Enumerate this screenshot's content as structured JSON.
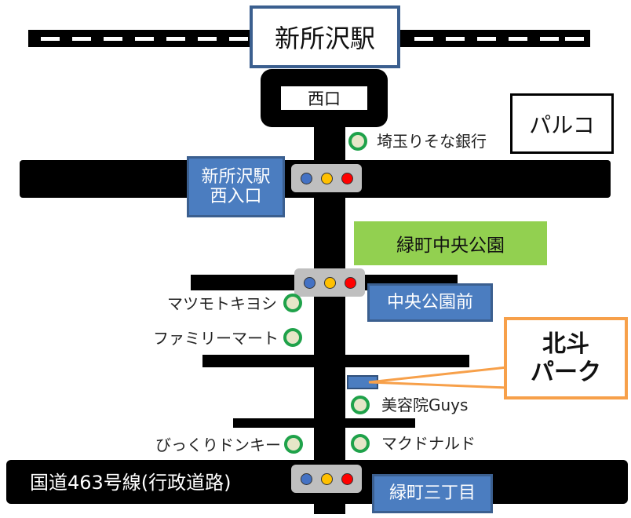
{
  "map": {
    "station": {
      "name": "新所沢駅"
    },
    "west_exit": "西口",
    "parco": "パルコ",
    "park": "緑町中央公園",
    "route": "国道463号線(行政道路)",
    "destination": {
      "line1": "北斗",
      "line2": "パーク"
    },
    "bus_stops": [
      {
        "line1": "新所沢駅",
        "line2": "西入口"
      },
      {
        "line1": "中央公園前"
      },
      {
        "line1": "緑町三丁目"
      }
    ],
    "pois": [
      {
        "label": "埼玉りそな銀行"
      },
      {
        "label": "マツモトキヨシ"
      },
      {
        "label": "ファミリーマート"
      },
      {
        "label": "美容院Guys"
      },
      {
        "label": "びっくりドンキー"
      },
      {
        "label": "マクドナルド"
      }
    ],
    "colors": {
      "road": "#000000",
      "bus_stop": "#4b7dc0",
      "park": "#92d050",
      "poi_ring": "#1fa24a",
      "callout_border": "#f7a04a",
      "station_border": "#3b5f8f",
      "light_blue": "#4472c4",
      "light_yellow": "#ffc000",
      "light_red": "#ff0000"
    }
  }
}
